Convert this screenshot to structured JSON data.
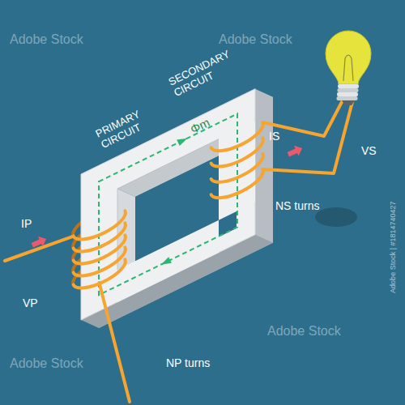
{
  "diagram": {
    "labels": [
      "PRIMARY CIRCUIT",
      "SECONDARY CIRCUIT",
      "Φm",
      "IP",
      "VP",
      "IS",
      "VS",
      "NS turns",
      "NP turns",
      "Adobe Stock",
      "Adobe Stock",
      "Adobe Stock",
      "Adobe Stock",
      "Adobe Stock | #1814740427"
    ]
  }
}
